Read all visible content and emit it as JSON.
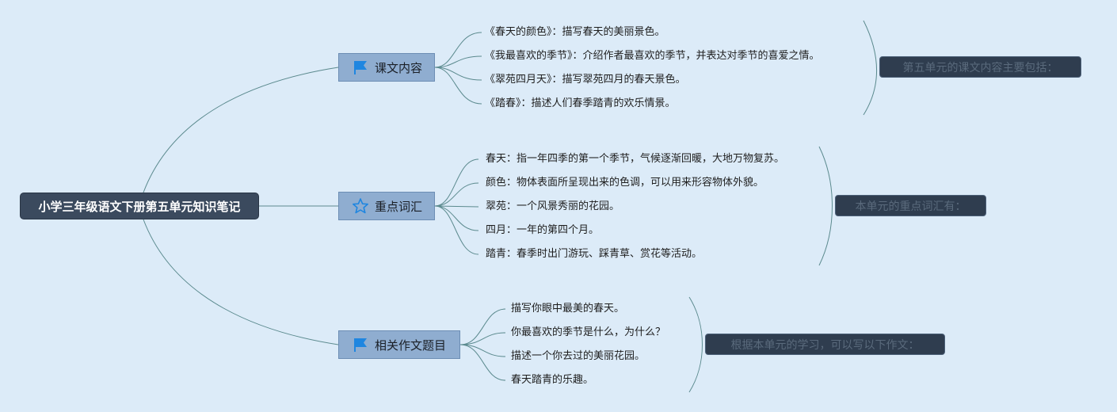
{
  "root": {
    "label": "小学三年级语文下册第五单元知识笔记"
  },
  "branches": [
    {
      "label": "课文内容",
      "icon": "flag-icon",
      "items": [
        "《春天的颜色》：描写春天的美丽景色。",
        "《我最喜欢的季节》：介绍作者最喜欢的季节，并表达对季节的喜爱之情。",
        "《翠苑四月天》：描写翠苑四月的春天景色。",
        "《踏春》：描述人们春季踏青的欢乐情景。"
      ],
      "summary": "第五单元的课文内容主要包括："
    },
    {
      "label": "重点词汇",
      "icon": "star-icon",
      "items": [
        "春天：指一年四季的第一个季节，气候逐渐回暖，大地万物复苏。",
        "颜色：物体表面所呈现出来的色调，可以用来形容物体外貌。",
        "翠苑：一个风景秀丽的花园。",
        "四月：一年的第四个月。",
        "踏青：春季时出门游玩、踩青草、赏花等活动。"
      ],
      "summary": "本单元的重点词汇有："
    },
    {
      "label": "相关作文题目",
      "icon": "flag-icon",
      "items": [
        "描写你眼中最美的春天。",
        "你最喜欢的季节是什么，为什么？",
        "描述一个你去过的美丽花园。",
        "春天踏青的乐趣。"
      ],
      "summary": "根据本单元的学习，可以写以下作文："
    }
  ],
  "colors": {
    "background": "#dcebf8",
    "root_fill": "#3b4a5e",
    "branch_fill": "#8fadd0",
    "connector": "#5b8a8e",
    "icon_blue": "#1f86e0",
    "summary_fill": "#2f3d4f"
  }
}
